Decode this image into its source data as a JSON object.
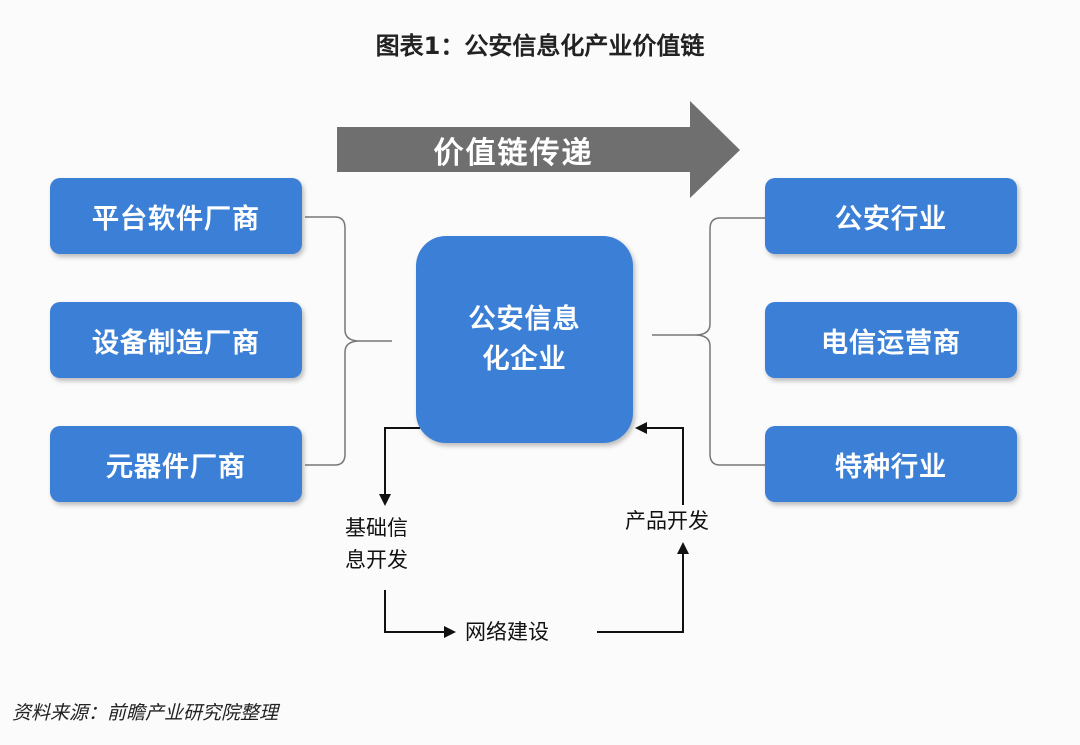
{
  "title": "图表1：公安信息化产业价值链",
  "value_chain_arrow": "价值链传递",
  "upstream": [
    "平台软件厂商",
    "设备制造厂商",
    "元器件厂商"
  ],
  "center": {
    "line1": "公安信息",
    "line2": "化企业"
  },
  "downstream": [
    "公安行业",
    "电信运营商",
    "特种行业"
  ],
  "flow": {
    "basic_info_line1": "基础信",
    "basic_info_line2": "息开发",
    "network": "网络建设",
    "product": "产品开发"
  },
  "source": "资料来源：前瞻产业研究院整理",
  "colors": {
    "box": "#3b80d6",
    "arrow": "#6f6f6f"
  }
}
